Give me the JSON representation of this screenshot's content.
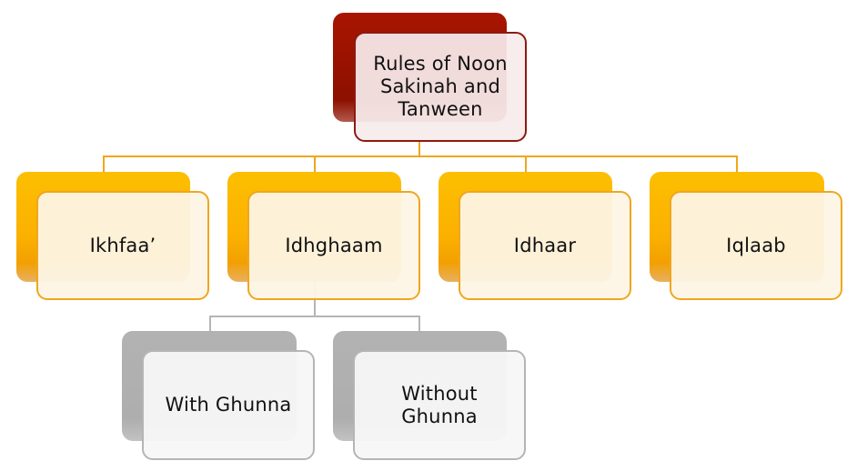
{
  "diagram": {
    "type": "hierarchy",
    "root": {
      "label": "Rules of Noon Sakinah and Tanween",
      "lines": [
        "Rules of Noon",
        "Sakinah and",
        "Tanween"
      ],
      "color": "#a81500"
    },
    "level1": [
      {
        "label": "Ikhfaa’",
        "color": "#fcbf00"
      },
      {
        "label": "Idhghaam",
        "color": "#fcbf00"
      },
      {
        "label": "Idhaar",
        "color": "#fcbf00"
      },
      {
        "label": "Iqlaab",
        "color": "#fcbf00"
      }
    ],
    "level2": {
      "parent": "Idhghaam",
      "children": [
        {
          "label": "With Ghunna",
          "lines": [
            "With Ghunna"
          ],
          "color": "#b2b2b2"
        },
        {
          "label": "Without Ghunna",
          "lines": [
            "Without",
            "Ghunna"
          ],
          "color": "#b2b2b2"
        }
      ]
    },
    "connector_colors": {
      "primary": "#f0a61e",
      "secondary": "#b5b5b5"
    }
  }
}
